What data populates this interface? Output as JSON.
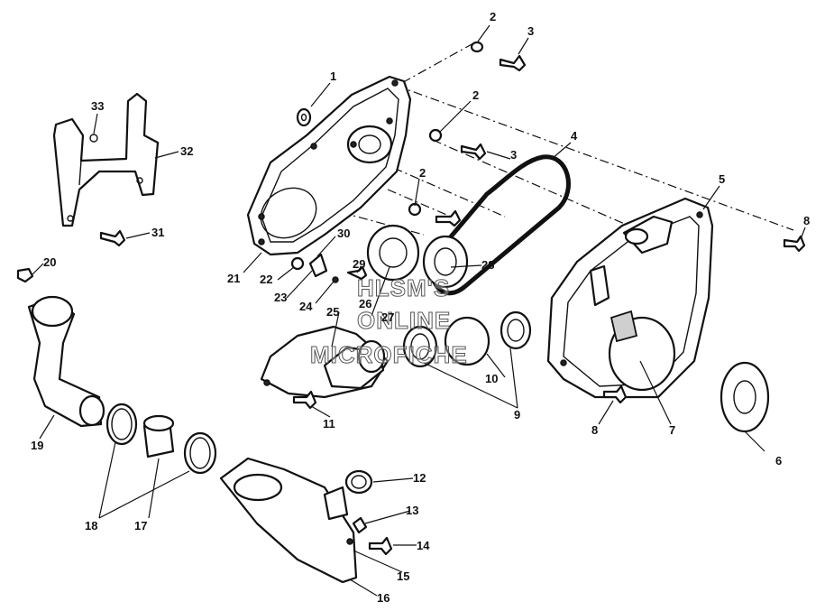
{
  "callouts": [
    "1",
    "2",
    "3",
    "4",
    "5",
    "6",
    "7",
    "8",
    "9",
    "10",
    "11",
    "12",
    "13",
    "14",
    "15",
    "16",
    "17",
    "18",
    "19",
    "20",
    "21",
    "22",
    "23",
    "24",
    "25",
    "26",
    "27",
    "28",
    "29",
    "30",
    "31",
    "32",
    "33"
  ],
  "duplicate_callouts": {
    "two": "2",
    "three": "3",
    "eight": "8"
  },
  "watermark": [
    "HLSM'S",
    "ONLINE",
    "MICROFICHE"
  ]
}
